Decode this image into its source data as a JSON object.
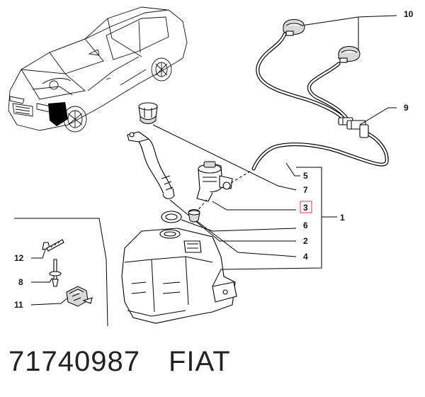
{
  "callouts": {
    "c10": "10",
    "c9": "9",
    "c5": "5",
    "c7": "7",
    "c3": "3",
    "c1": "1",
    "c6": "6",
    "c2": "2",
    "c4": "4",
    "c12": "12",
    "c8": "8",
    "c11": "11"
  },
  "highlight_color": "#e05a6a",
  "caption": {
    "part_number": "71740987",
    "brand": "FIAT"
  }
}
